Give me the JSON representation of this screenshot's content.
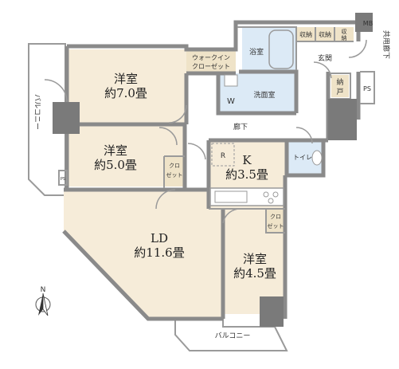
{
  "rooms": {
    "western1_name": "洋室",
    "western1_area": "約7.0畳",
    "western2_name": "洋室",
    "western2_area": "約5.0畳",
    "western3_name": "洋室",
    "western3_area": "約4.5畳",
    "ld_name": "LD",
    "ld_area": "約11.6畳",
    "kitchen_name": "K",
    "kitchen_area": "約3.5畳"
  },
  "labels": {
    "walkin_line1": "ウォークイン",
    "walkin_line2": "クローゼット",
    "bath": "浴室",
    "washroom": "洗面室",
    "washer_mark": "W",
    "entrance": "玄関",
    "storage": "収納",
    "storage2": "収納",
    "storage3a": "収",
    "storage3b": "納",
    "hallway": "廊下",
    "toilet": "トイレ",
    "closet_a": "クロ",
    "closet_b": "ゼット",
    "nando_a": "納",
    "nando_b": "戸",
    "mb": "MB",
    "ps": "PS",
    "ps_small": "PS",
    "refrigerator": "R",
    "balcony_left": "バルコニー",
    "balcony_bottom": "バルコニー",
    "common_corridor": "共用廊下",
    "north": "N"
  },
  "colors": {
    "wall": "#8a8a8a",
    "room_fill": "#f6ecd9",
    "wet_fill": "#dceaf6",
    "closet_fill": "#efe3c8",
    "column": "#7a7a7a"
  }
}
